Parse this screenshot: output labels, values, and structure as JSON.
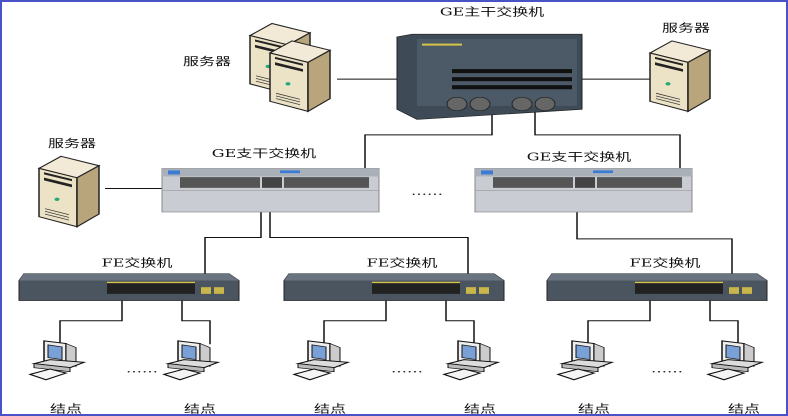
{
  "diagram": {
    "core_switch_label": "GE主干交换机",
    "server_label": "服务器",
    "branch_switch_label": "GE支干交换机",
    "fe_switch_label": "FE交换机",
    "node_label": "结点",
    "ellipsis": "……"
  },
  "colors": {
    "border": "#4a52c8",
    "server": "#e8dcc0",
    "switch_dark": "#3e4a55",
    "branch_switch": "#c8ccd2"
  }
}
